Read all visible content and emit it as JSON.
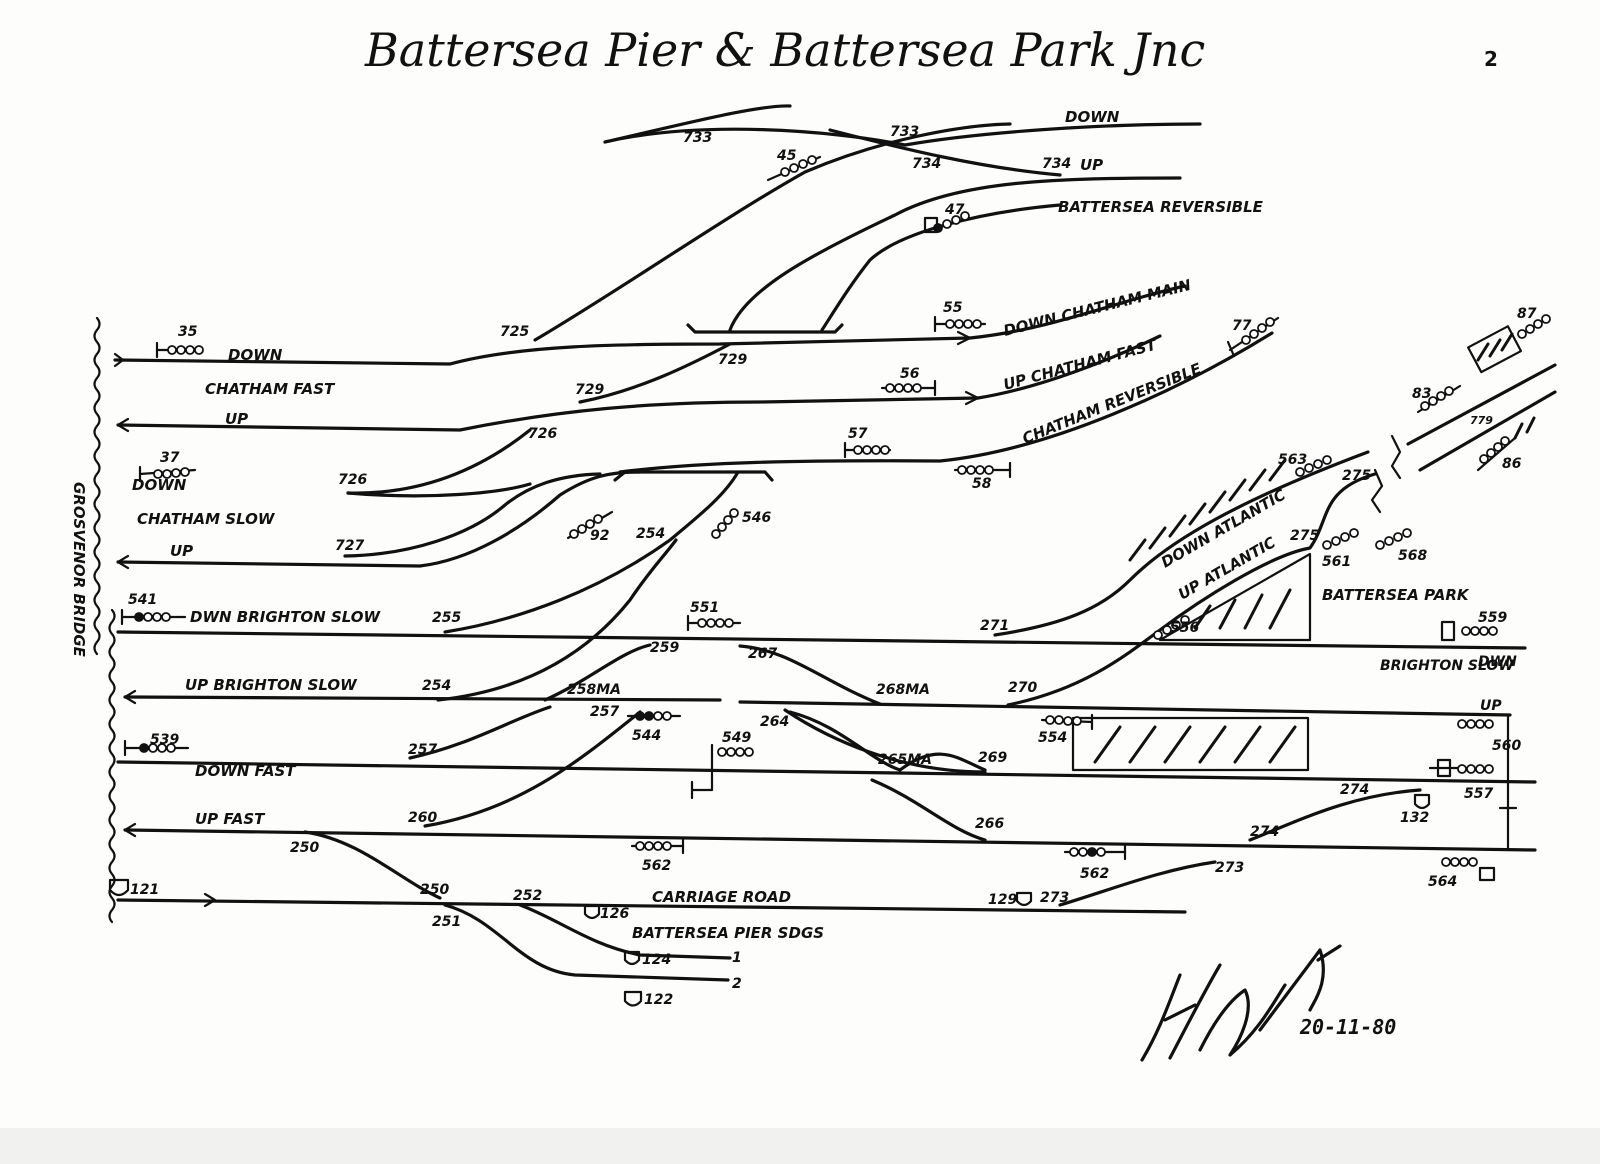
{
  "title": "Battersea Pier & Battersea Park Jnc",
  "sheet_number": "2",
  "date": "20-11-80",
  "labels": {
    "grosvenor_bridge": "GROSVENOR BRIDGE",
    "down_top": "DOWN",
    "up_734": "UP",
    "battersea_reversible": "BATTERSEA REVERSIBLE",
    "down_chatham_main": "DOWN CHATHAM MAIN",
    "down_left": "DOWN",
    "chatham_fast": "CHATHAM FAST",
    "up_left_1": "UP",
    "up_chatham_fast": "UP CHATHAM FAST",
    "chatham_reversible": "CHATHAM REVERSIBLE",
    "down_left_2": "DOWN",
    "chatham_slow": "CHATHAM SLOW",
    "up_left_2": "UP",
    "down_brighton_slow": "DWN BRIGHTON SLOW",
    "up_brighton_slow": "UP BRIGHTON SLOW",
    "down_atlantic": "DOWN ATLANTIC",
    "up_atlantic": "UP ATLANTIC",
    "battersea_park": "BATTERSEA PARK",
    "brighton_slow": "BRIGHTON SLOW",
    "dwn": "DWN",
    "up_right": "UP",
    "down_fast": "DOWN FAST",
    "up_fast": "UP FAST",
    "carriage_road": "CARRIAGE ROAD",
    "battersea_pier_sdgs": "BATTERSEA PIER SDGS",
    "siding_1": "1",
    "siding_2": "2"
  },
  "points": {
    "p733a": "733",
    "p733b": "733",
    "p734a": "734",
    "p734b": "734",
    "p725": "725",
    "p729a": "729",
    "p729b": "729",
    "p726a": "726",
    "p726b": "726",
    "p727": "727",
    "p255": "255",
    "p254a": "254",
    "p254b": "254",
    "p259": "259",
    "p258ma": "258MA",
    "p257a": "257",
    "p257b": "257",
    "p267": "267",
    "p268ma": "268MA",
    "p264": "264",
    "p265ma": "265MA",
    "p269": "269",
    "p260": "260",
    "p266": "266",
    "p250a": "250",
    "p250b": "250",
    "p251": "251",
    "p252": "252",
    "p271": "271",
    "p270": "270",
    "p275a": "275",
    "p275b": "275",
    "p274a": "274",
    "p274b": "274",
    "p273a": "273",
    "p273b": "273",
    "p779": "779"
  },
  "signals": {
    "s35": "35",
    "s45": "45",
    "s47": "47",
    "s55": "55",
    "s56": "56",
    "s77": "77",
    "s37": "37",
    "s57": "57",
    "s58": "58",
    "s92": "92",
    "s546": "546",
    "s541": "541",
    "s551": "551",
    "s563": "563",
    "s561": "561",
    "s568": "568",
    "s556": "556",
    "s559": "559",
    "s554": "554",
    "s560": "560",
    "s557": "557",
    "s539": "539",
    "s544": "544",
    "s549": "549",
    "s562a": "562",
    "s562b": "562",
    "s564": "564",
    "s83": "83",
    "s87": "87",
    "s86": "86"
  },
  "stop_boards": {
    "b121": "121",
    "b126": "126",
    "b124": "124",
    "b122": "122",
    "b129": "129",
    "b132": "132"
  }
}
